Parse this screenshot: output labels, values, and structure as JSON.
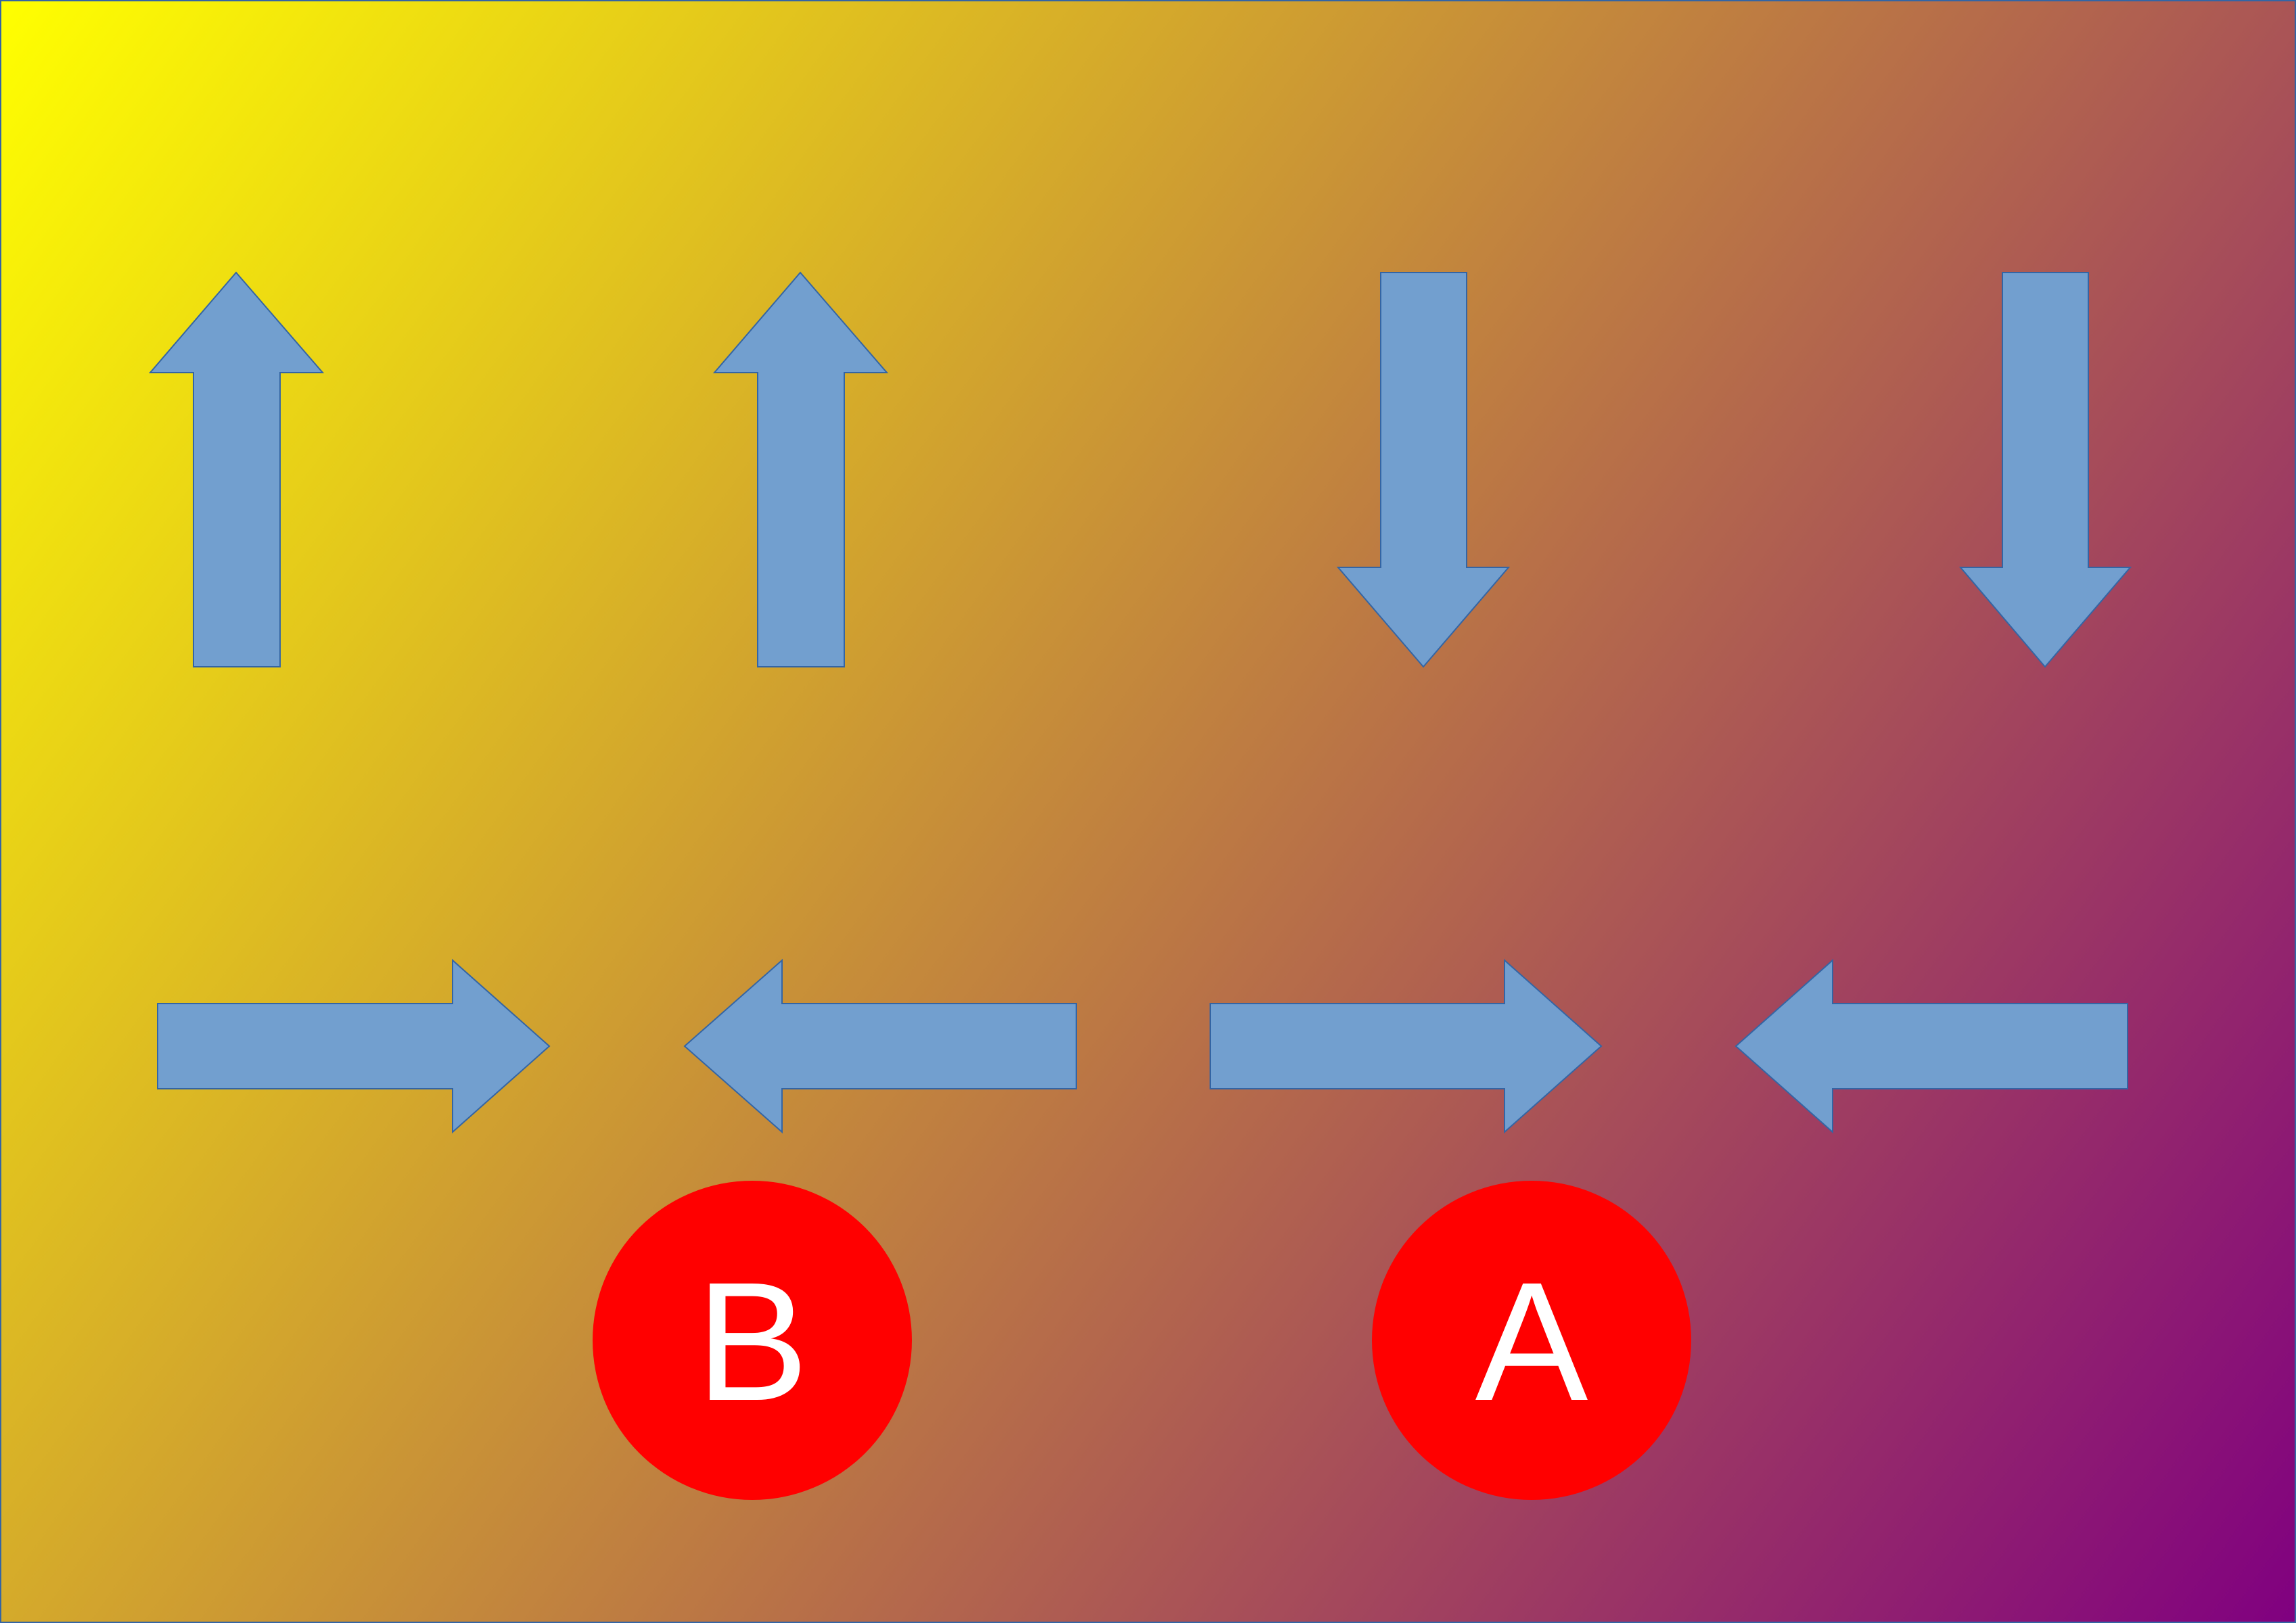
{
  "colors": {
    "gradient_start": "#ffff00",
    "gradient_end": "#800080",
    "arrow_fill": "#729fcf",
    "arrow_stroke": "#3465a4",
    "badge_fill": "#ff0000",
    "badge_text": "#ffffff"
  },
  "arrows": {
    "top_row": [
      "up",
      "up",
      "down",
      "down"
    ],
    "middle_row": [
      "right",
      "left",
      "right",
      "left"
    ]
  },
  "badges": {
    "b": {
      "label": "B"
    },
    "a": {
      "label": "A"
    }
  }
}
